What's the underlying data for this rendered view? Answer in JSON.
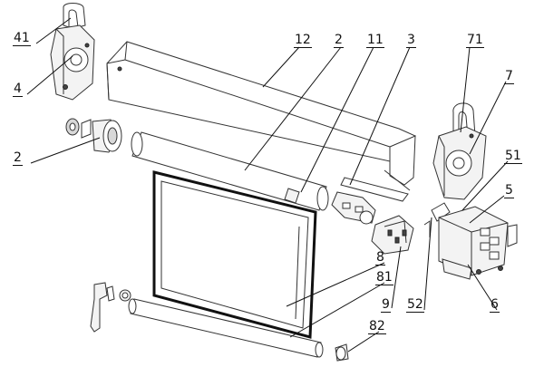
{
  "labels": {
    "l41": "41",
    "l4": "4",
    "l2a": "2",
    "l12": "12",
    "l2b": "2",
    "l11": "11",
    "l3": "3",
    "l71": "71",
    "l7": "7",
    "l51": "51",
    "l5": "5",
    "l8": "8",
    "l81": "81",
    "l9": "9",
    "l52": "52",
    "l6": "6",
    "l82": "82"
  }
}
